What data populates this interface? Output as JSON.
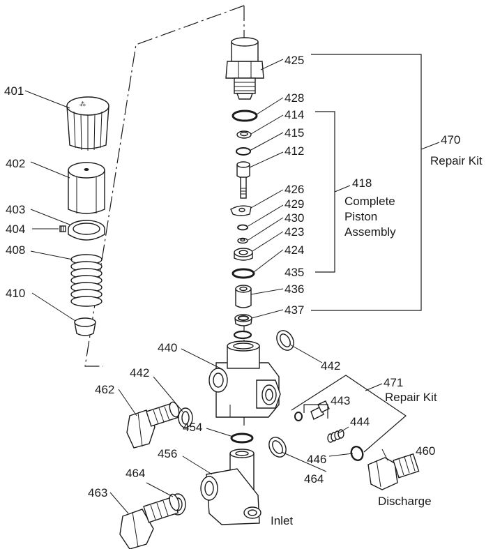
{
  "labels": {
    "p401": "401",
    "p402": "402",
    "p403": "403",
    "p404": "404",
    "p408": "408",
    "p410": "410",
    "p425": "425",
    "p428": "428",
    "p414": "414",
    "p415": "415",
    "p412": "412",
    "p426": "426",
    "p429": "429",
    "p430": "430",
    "p423": "423",
    "p424": "424",
    "p435": "435",
    "p436": "436",
    "p437": "437",
    "p418": "418",
    "p418_line1": "Complete",
    "p418_line2": "Piston",
    "p418_line3": "Assembly",
    "p470": "470",
    "p470_text": "Repair Kit",
    "p440": "440",
    "p442a": "442",
    "p442b": "442",
    "p462": "462",
    "p471": "471",
    "p471_text": "Repair Kit",
    "p443": "443",
    "p444": "444",
    "p446": "446",
    "p454": "454",
    "p456": "456",
    "p460": "460",
    "p464a": "464",
    "p464b": "464",
    "p463": "463",
    "inlet": "Inlet",
    "discharge": "Discharge"
  },
  "colors": {
    "line": "#1a1a1a",
    "background": "#ffffff"
  }
}
